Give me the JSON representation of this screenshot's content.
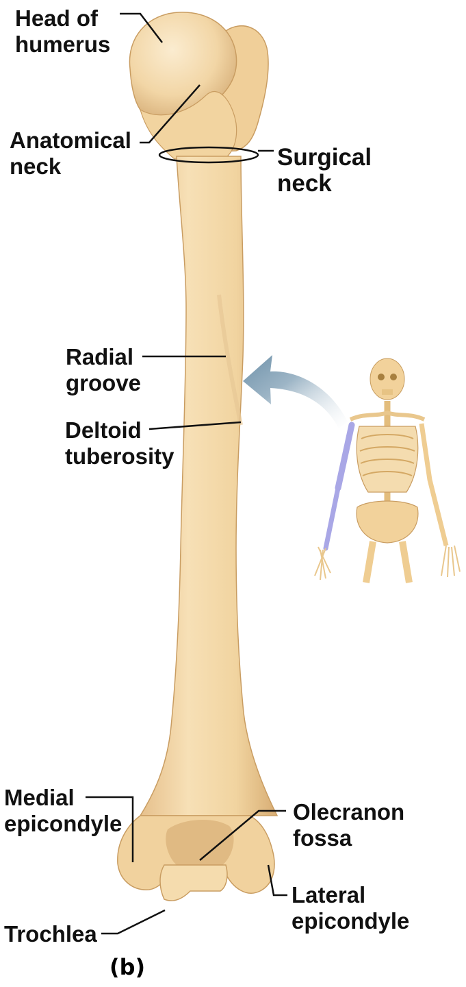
{
  "figure": {
    "sublabel": "(b)"
  },
  "labels": {
    "head_of_humerus": [
      "Head of",
      "humerus"
    ],
    "anatomical_neck": [
      "Anatomical",
      "neck"
    ],
    "surgical_neck": [
      "Surgical",
      "neck"
    ],
    "radial_groove": [
      "Radial",
      "groove"
    ],
    "deltoid_tuberosity": [
      "Deltoid",
      "tuberosity"
    ],
    "medial_epicondyle": [
      "Medial",
      "epicondyle"
    ],
    "olecranon_fossa": [
      "Olecranon",
      "fossa"
    ],
    "trochlea": [
      "Trochlea"
    ],
    "lateral_epicondyle": [
      "Lateral",
      "epicondyle"
    ]
  },
  "colors": {
    "bone": "#f3d6a4",
    "bone_shadow": "#d9b27a",
    "highlight_bone": "#a9a7e6",
    "arrow": "#7f9fb4",
    "line": "#111111"
  }
}
